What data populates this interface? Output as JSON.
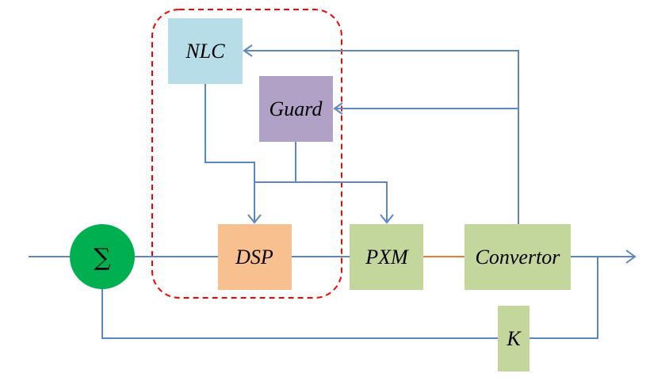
{
  "diagram": {
    "type": "control block diagram",
    "blocks": [
      {
        "id": "nlc",
        "label": "NLC",
        "color": "#b7dde8"
      },
      {
        "id": "guard",
        "label": "Guard",
        "color": "#b2a1c7"
      },
      {
        "id": "dsp",
        "label": "DSP",
        "color": "#f9c08f"
      },
      {
        "id": "pxm",
        "label": "PXM",
        "color": "#c3d69b"
      },
      {
        "id": "convertor",
        "label": "Convertor",
        "color": "#c3d69b"
      },
      {
        "id": "k",
        "label": "K",
        "color": "#c3d69b"
      }
    ],
    "summing_junction": {
      "label": "∑",
      "color": "#00b050"
    },
    "group_boundary": {
      "style": "dashed",
      "color": "#ff0000",
      "contains": [
        "nlc",
        "guard",
        "dsp"
      ]
    },
    "connections": [
      {
        "from": "input",
        "to": "sum"
      },
      {
        "from": "sum",
        "to": "dsp"
      },
      {
        "from": "dsp",
        "to": "pxm"
      },
      {
        "from": "pxm",
        "to": "convertor",
        "color": "#ed7d31"
      },
      {
        "from": "convertor",
        "to": "output"
      },
      {
        "from": "output",
        "to": "k"
      },
      {
        "from": "k",
        "to": "sum"
      },
      {
        "from": "convertor",
        "to": "nlc"
      },
      {
        "from": "convertor",
        "to": "guard"
      },
      {
        "from": "nlc",
        "to": "dsp"
      },
      {
        "from": "guard",
        "to": "dsp"
      },
      {
        "from": "guard",
        "to": "pxm"
      }
    ],
    "wire_color": "#5b87c2"
  }
}
